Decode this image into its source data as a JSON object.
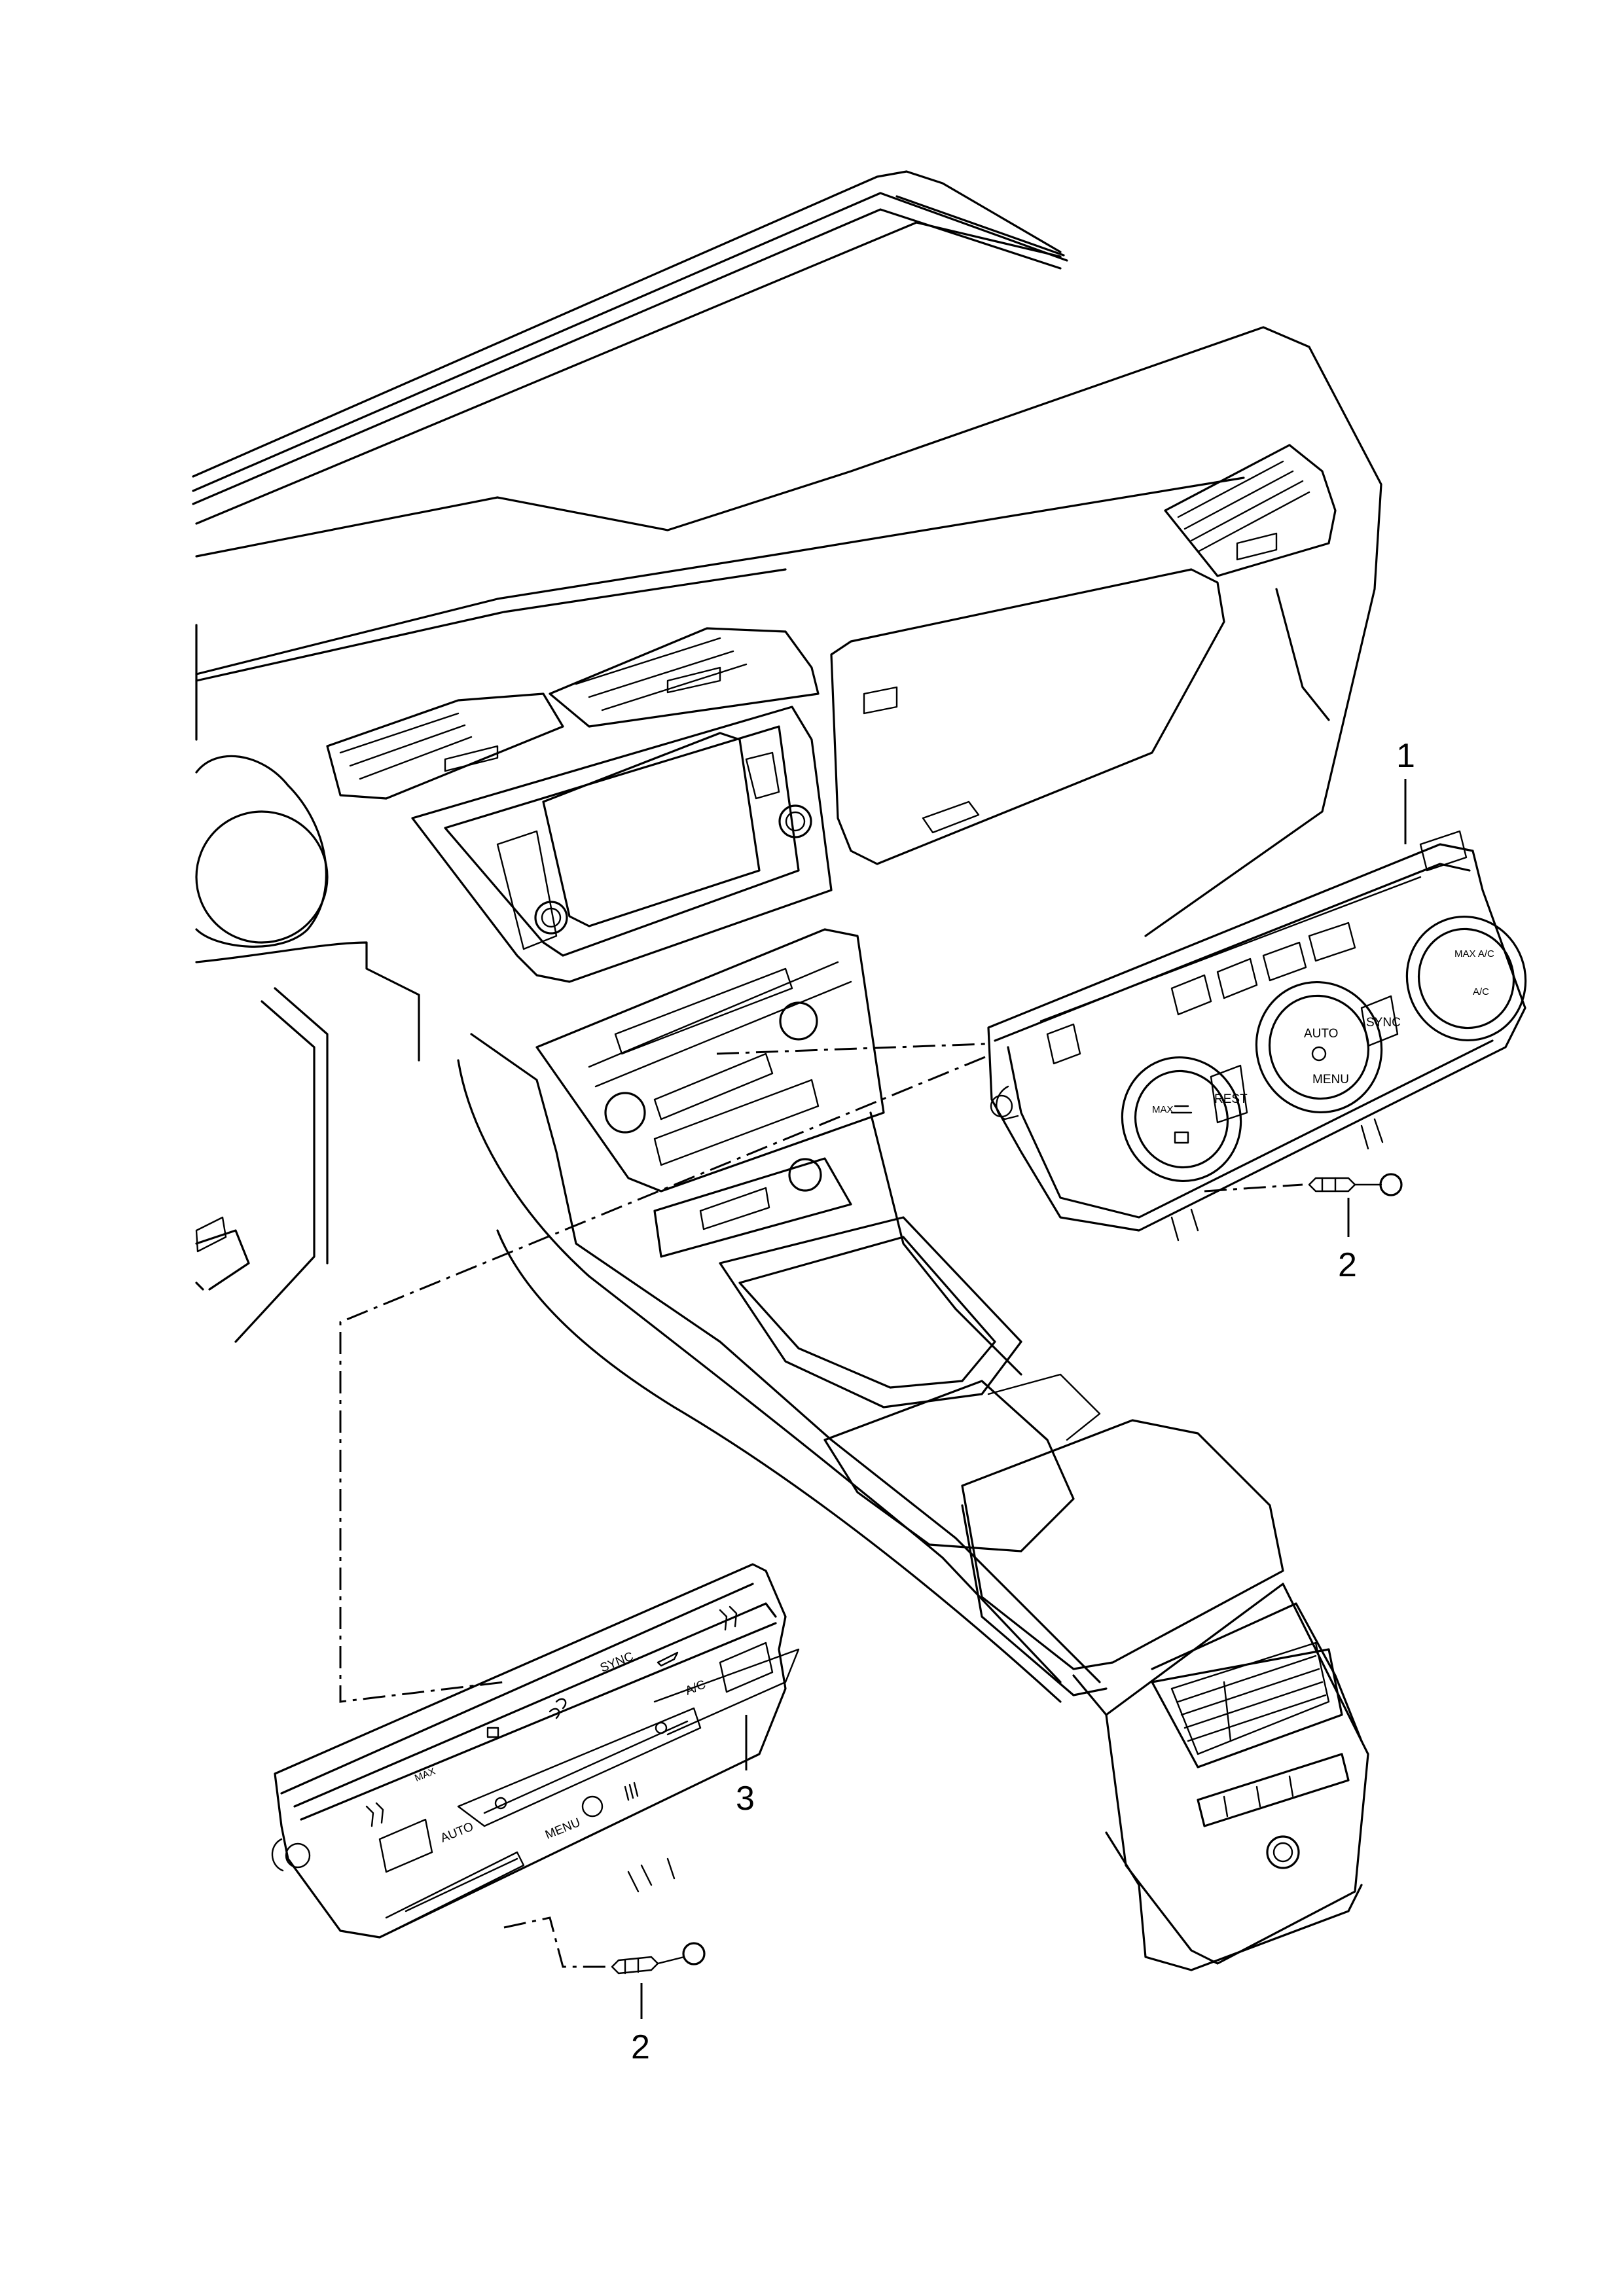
{
  "callouts": [
    {
      "id": "1",
      "label": "1"
    },
    {
      "id": "2a",
      "label": "2"
    },
    {
      "id": "2b",
      "label": "2"
    },
    {
      "id": "3",
      "label": "3"
    }
  ],
  "panel_upper": {
    "knob_left_max": "MAX",
    "knob_center_auto": "AUTO",
    "knob_center_menu": "MENU",
    "knob_right_max_ac": "MAX A/C",
    "knob_right_ac": "A/C",
    "button_rest": "REST",
    "button_sync": "SYNC"
  },
  "panel_lower": {
    "label_sync": "SYNC",
    "label_ac": "A/C",
    "label_max": "MAX",
    "label_auto": "AUTO",
    "label_menu": "MENU"
  }
}
